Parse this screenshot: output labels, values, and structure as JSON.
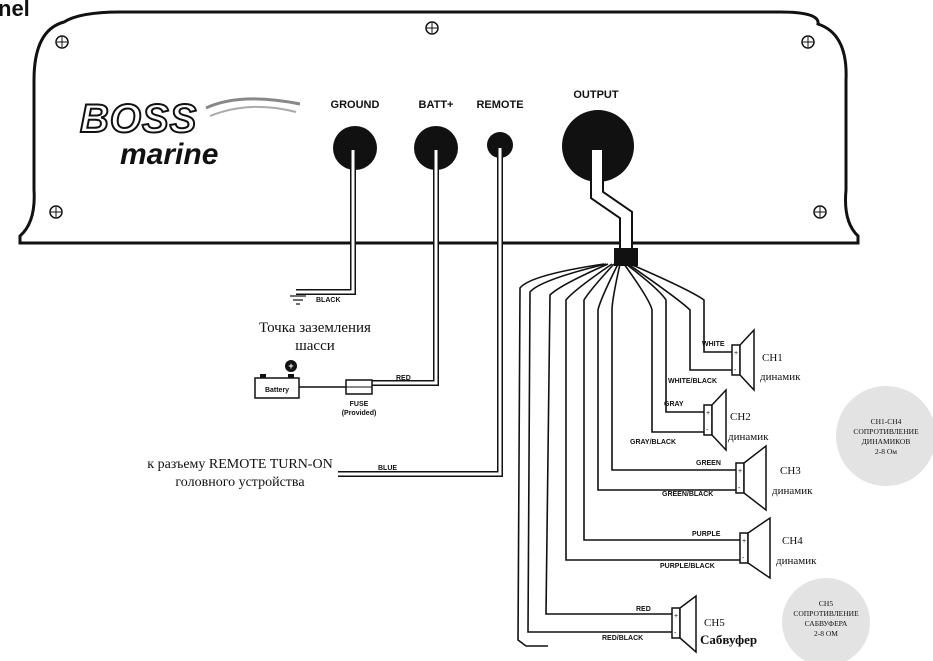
{
  "header": {
    "title_fragment": "nel"
  },
  "panel": {
    "logo_boss": "BOSS",
    "logo_marine": "marine",
    "terminals": {
      "ground": "GROUND",
      "batt": "BATT+",
      "remote": "REMOTE",
      "output": "OUTPUT"
    }
  },
  "wires": {
    "black": "BLACK",
    "red": "RED",
    "blue": "BLUE"
  },
  "annotations": {
    "ground_point_1": "Точка заземления",
    "ground_point_2": "шасси",
    "battery": "Battery",
    "fuse": "FUSE",
    "fuse_note": "(Provided)",
    "remote_1": "к разъему REMOTE TURN-ON",
    "remote_2": "головного устройства"
  },
  "channels": [
    {
      "pos": "WHITE",
      "neg": "WHITE/BLACK",
      "ch": "CH1",
      "desc": "динамик"
    },
    {
      "pos": "GRAY",
      "neg": "GRAY/BLACK",
      "ch": "CH2",
      "desc": "динамик"
    },
    {
      "pos": "GREEN",
      "neg": "GREEN/BLACK",
      "ch": "CH3",
      "desc": "динамик"
    },
    {
      "pos": "PURPLE",
      "neg": "PURPLE/BLACK",
      "ch": "CH4",
      "desc": "динамик"
    },
    {
      "pos": "RED",
      "neg": "RED/BLACK",
      "ch": "CH5",
      "desc": "Сабвуфер"
    }
  ],
  "notes": {
    "ch1_4": [
      "CH1-CH4",
      "СОПРОТИВЛЕНИЕ",
      "ДИНАМИКОВ",
      "2-8 Ом"
    ],
    "ch5": [
      "CH5",
      "СОПРОТИВЛЕНИЕ",
      "САБВУФЕРА",
      "2-8 ОМ"
    ]
  },
  "colors": {
    "ink": "#111111",
    "note_bg": "#e3e3e3"
  }
}
